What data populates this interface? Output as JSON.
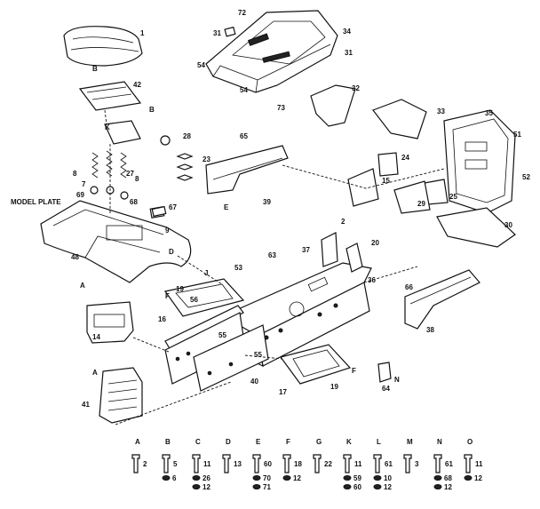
{
  "callouts": [
    {
      "id": "c1",
      "text": "1"
    },
    {
      "id": "c72",
      "text": "72"
    },
    {
      "id": "c31a",
      "text": "31"
    },
    {
      "id": "c34",
      "text": "34"
    },
    {
      "id": "c31b",
      "text": "31"
    },
    {
      "id": "c54a",
      "text": "54"
    },
    {
      "id": "c54b",
      "text": "54"
    },
    {
      "id": "c73",
      "text": "73"
    },
    {
      "id": "c32",
      "text": "32"
    },
    {
      "id": "c42",
      "text": "42"
    },
    {
      "id": "cB1",
      "text": "B"
    },
    {
      "id": "cB2",
      "text": "B"
    },
    {
      "id": "cK",
      "text": "K"
    },
    {
      "id": "c33",
      "text": "33"
    },
    {
      "id": "c35",
      "text": "35"
    },
    {
      "id": "c51",
      "text": "51"
    },
    {
      "id": "c52",
      "text": "52"
    },
    {
      "id": "c28",
      "text": "28"
    },
    {
      "id": "c23",
      "text": "23"
    },
    {
      "id": "c65",
      "text": "65"
    },
    {
      "id": "c39",
      "text": "39"
    },
    {
      "id": "cE1",
      "text": "E"
    },
    {
      "id": "c24",
      "text": "24"
    },
    {
      "id": "c15",
      "text": "15"
    },
    {
      "id": "c25",
      "text": "25"
    },
    {
      "id": "c29",
      "text": "29"
    },
    {
      "id": "c30",
      "text": "30"
    },
    {
      "id": "c8a",
      "text": "8"
    },
    {
      "id": "c7",
      "text": "7"
    },
    {
      "id": "c8b",
      "text": "8"
    },
    {
      "id": "c27",
      "text": "27"
    },
    {
      "id": "c69",
      "text": "69"
    },
    {
      "id": "c68a",
      "text": "68"
    },
    {
      "id": "c67",
      "text": "67"
    },
    {
      "id": "c9",
      "text": "9"
    },
    {
      "id": "c48",
      "text": "48"
    },
    {
      "id": "cD",
      "text": "D"
    },
    {
      "id": "c53",
      "text": "53"
    },
    {
      "id": "c63",
      "text": "63"
    },
    {
      "id": "c37",
      "text": "37"
    },
    {
      "id": "c20",
      "text": "20"
    },
    {
      "id": "c2",
      "text": "2"
    },
    {
      "id": "c19a",
      "text": "19"
    },
    {
      "id": "c56",
      "text": "56"
    },
    {
      "id": "c16",
      "text": "16"
    },
    {
      "id": "c36",
      "text": "36"
    },
    {
      "id": "c66",
      "text": "66"
    },
    {
      "id": "c38",
      "text": "38"
    },
    {
      "id": "c14",
      "text": "14"
    },
    {
      "id": "c55a",
      "text": "55"
    },
    {
      "id": "c55b",
      "text": "55"
    },
    {
      "id": "c40",
      "text": "40"
    },
    {
      "id": "c17",
      "text": "17"
    },
    {
      "id": "c19b",
      "text": "19"
    },
    {
      "id": "c64",
      "text": "64"
    },
    {
      "id": "cN",
      "text": "N"
    },
    {
      "id": "c41",
      "text": "41"
    },
    {
      "id": "cJ",
      "text": "J"
    },
    {
      "id": "cF1",
      "text": "F"
    },
    {
      "id": "cF2",
      "text": "F"
    },
    {
      "id": "cA1",
      "text": "A"
    },
    {
      "id": "cA2",
      "text": "A"
    }
  ],
  "model_plate": "MODEL PLATE",
  "hardware": [
    {
      "letter": "A",
      "part": "2",
      "washers": []
    },
    {
      "letter": "B",
      "part": "5",
      "washers": [
        "6"
      ]
    },
    {
      "letter": "C",
      "part": "11",
      "washers": [
        "26",
        "12"
      ]
    },
    {
      "letter": "D",
      "part": "13",
      "washers": []
    },
    {
      "letter": "E",
      "part": "60",
      "washers": [
        "70",
        "71"
      ]
    },
    {
      "letter": "F",
      "part": "18",
      "washers": [
        "12"
      ]
    },
    {
      "letter": "G",
      "part": "22",
      "washers": []
    },
    {
      "letter": "K",
      "part": "11",
      "washers": [
        "59",
        "60"
      ]
    },
    {
      "letter": "L",
      "part": "61",
      "washers": [
        "10",
        "12"
      ]
    },
    {
      "letter": "M",
      "part": "3",
      "washers": []
    },
    {
      "letter": "N",
      "part": "61",
      "washers": [
        "68",
        "12"
      ]
    },
    {
      "letter": "O",
      "part": "11",
      "washers": [
        "12"
      ]
    }
  ]
}
